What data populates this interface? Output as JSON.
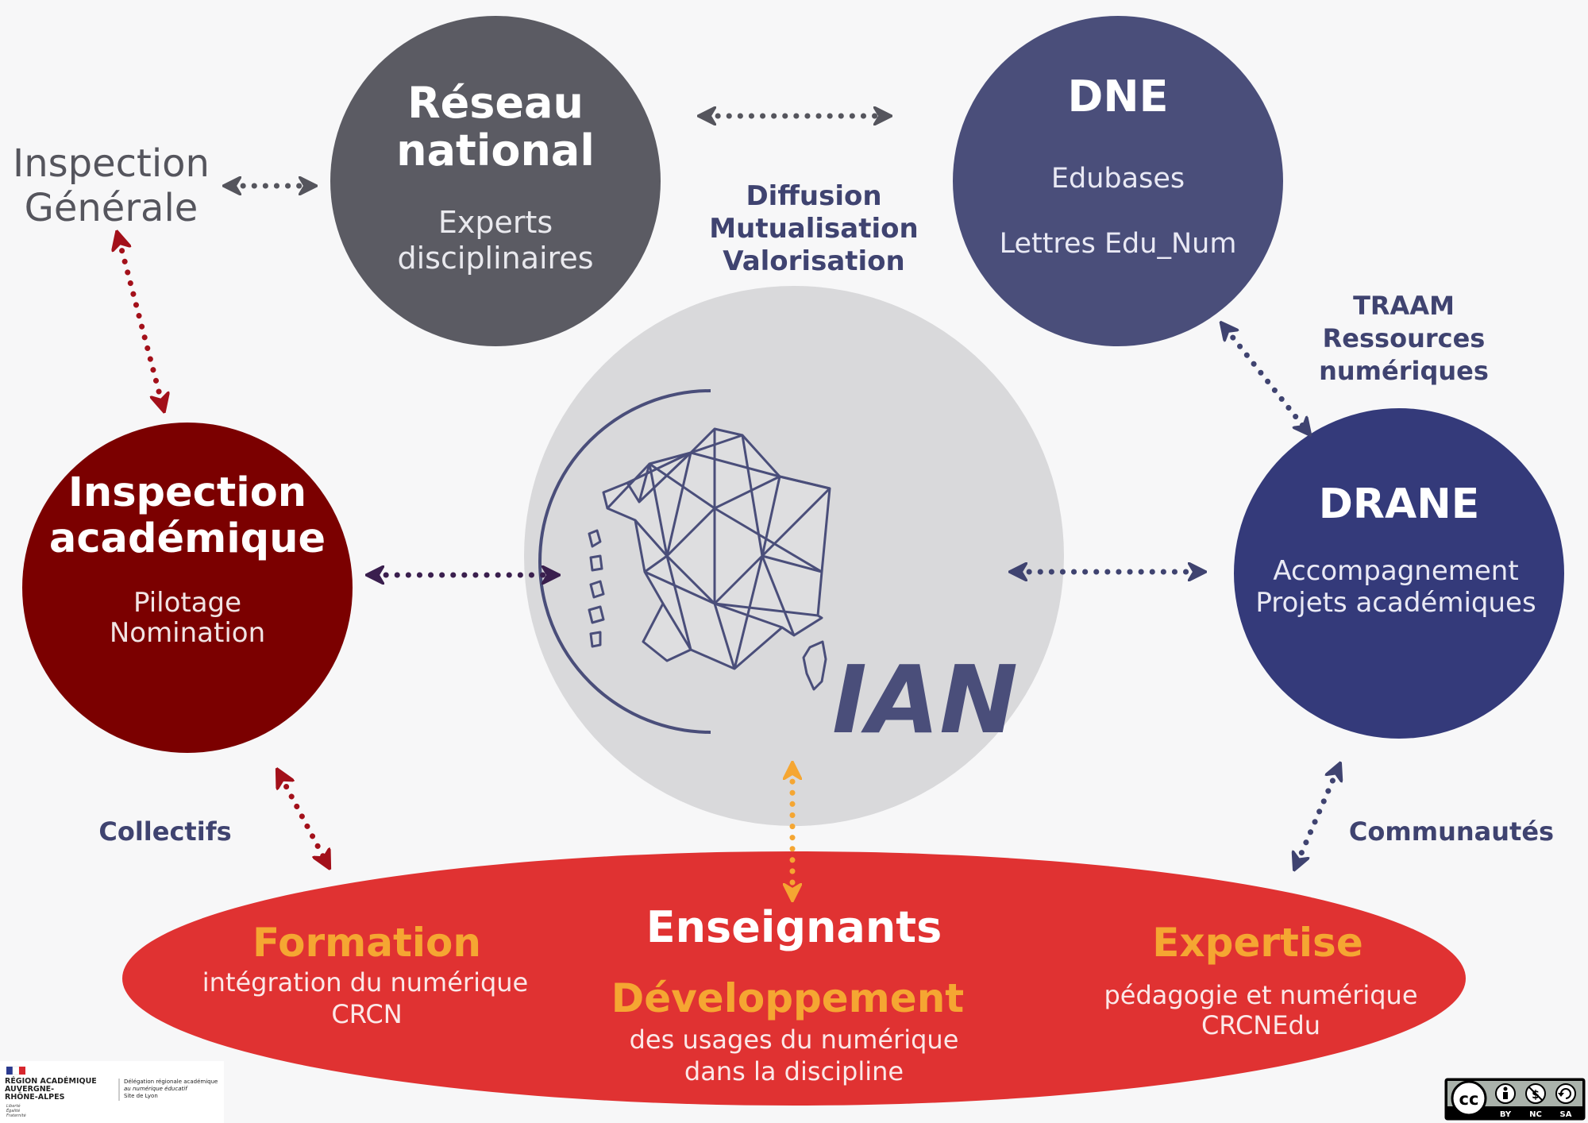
{
  "colors": {
    "background": "#f7f7f8",
    "reseau_circle": "#5b5b63",
    "dne_circle": "#4a4e7a",
    "drane_circle": "#343a7a",
    "inspection_academique_circle": "#7b0000",
    "ian_circle": "#d9d9db",
    "enseignants_ellipse": "#e03232",
    "accent_orange": "#f5a632",
    "navy_text": "#3f4370",
    "grey_text": "#55555d",
    "dark_red_arrow": "#a3101a",
    "purple_arrow": "#3a1f4e",
    "map_stroke": "#4a4e7a"
  },
  "nodes": {
    "reseau_national": {
      "title_line1": "Réseau",
      "title_line2": "national",
      "sub_line1": "Experts",
      "sub_line2": "disciplinaires"
    },
    "dne": {
      "title": "DNE",
      "sub_line1": "Edubases",
      "sub_line2": "Lettres Edu_Num"
    },
    "inspection_generale": {
      "line1": "Inspection",
      "line2": "Générale"
    },
    "inspection_academique": {
      "title_line1": "Inspection",
      "title_line2": "académique",
      "sub_line1": "Pilotage",
      "sub_line2": "Nomination"
    },
    "drane": {
      "title": "DRANE",
      "sub_line1": "Accompagnement",
      "sub_line2": "Projets académiques"
    },
    "ian": {
      "logo_text": "IAN",
      "map_icon": "france-network-map-icon"
    },
    "enseignants": {
      "title": "Enseignants",
      "formation": {
        "heading": "Formation",
        "line1": "intégration du numérique",
        "line2": "CRCN"
      },
      "developpement": {
        "heading": "Développement",
        "line1": "des usages du numérique",
        "line2": "dans la discipline"
      },
      "expertise": {
        "heading": "Expertise",
        "line1": "pédagogie et numérique",
        "line2": "CRCNEdu"
      }
    }
  },
  "labels": {
    "diffusion": [
      "Diffusion",
      "Mutualisation",
      "Valorisation"
    ],
    "traam": [
      "TRAAM",
      "Ressources",
      "numériques"
    ],
    "collectifs": "Collectifs",
    "communautes": "Communautés"
  },
  "footer": {
    "institution": {
      "line1": "RÉGION ACADÉMIQUE",
      "line2": "AUVERGNE-",
      "line3": "RHÔNE-ALPES",
      "motto1": "Liberté",
      "motto2": "Égalité",
      "motto3": "Fraternité",
      "dept1": "Délégation régionale académique",
      "dept2": "au numérique éducatif",
      "dept3": "Site de Lyon"
    },
    "license": {
      "cc": "cc",
      "by": "BY",
      "nc": "NC",
      "sa": "SA"
    }
  }
}
